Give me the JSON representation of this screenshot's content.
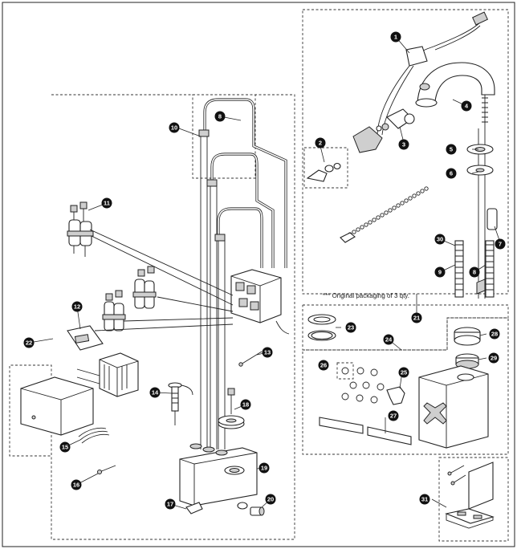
{
  "note": "*** Original packaging of 3 qty.",
  "callouts": [
    "1",
    "2",
    "3",
    "4",
    "5",
    "6",
    "7",
    "8",
    "9",
    "10",
    "11",
    "12",
    "13",
    "14",
    "15",
    "16",
    "17",
    "18",
    "19",
    "20",
    "21",
    "22",
    "23",
    "24",
    "25",
    "26",
    "27",
    "28",
    "29",
    "30",
    "31"
  ]
}
